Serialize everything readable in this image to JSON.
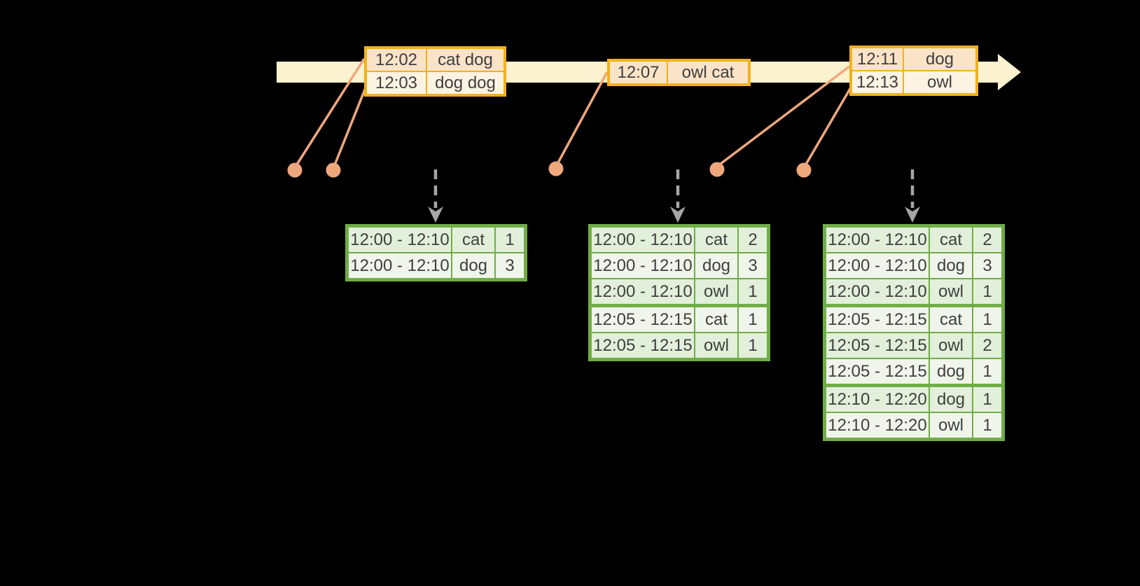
{
  "diagram": {
    "title": "streaming-windowed-word-counts",
    "colors": {
      "background": "#000000",
      "timeline_fill": "#FDF2CF",
      "event_table_border": "#F2B11C",
      "event_row_dark": "#FAE3C7",
      "event_row_light": "#FDF3E2",
      "connector_salmon": "#EFA77C",
      "result_table_border": "#70AD47",
      "result_row_dark": "#E2EFDA",
      "result_row_light": "#F0F5EC",
      "trigger_arrow_gray": "#A6A6A6",
      "text": "#3F3F3F"
    }
  },
  "event_tables": [
    {
      "rows": [
        {
          "time": "12:02",
          "words": "cat dog"
        },
        {
          "time": "12:03",
          "words": "dog dog"
        }
      ]
    },
    {
      "rows": [
        {
          "time": "12:07",
          "words": "owl cat"
        }
      ]
    },
    {
      "rows": [
        {
          "time": "12:11",
          "words": "dog"
        },
        {
          "time": "12:13",
          "words": "owl"
        }
      ]
    }
  ],
  "result_tables": [
    {
      "rows": [
        {
          "window": "12:00 - 12:10",
          "word": "cat",
          "count": "1"
        },
        {
          "window": "12:00 - 12:10",
          "word": "dog",
          "count": "3"
        }
      ]
    },
    {
      "rows": [
        {
          "window": "12:00 - 12:10",
          "word": "cat",
          "count": "2"
        },
        {
          "window": "12:00 - 12:10",
          "word": "dog",
          "count": "3"
        },
        {
          "window": "12:00 - 12:10",
          "word": "owl",
          "count": "1"
        },
        {
          "window": "12:05 - 12:15",
          "word": "cat",
          "count": "1"
        },
        {
          "window": "12:05 - 12:15",
          "word": "owl",
          "count": "1"
        }
      ]
    },
    {
      "rows": [
        {
          "window": "12:00 - 12:10",
          "word": "cat",
          "count": "2"
        },
        {
          "window": "12:00 - 12:10",
          "word": "dog",
          "count": "3"
        },
        {
          "window": "12:00 - 12:10",
          "word": "owl",
          "count": "1"
        },
        {
          "window": "12:05 - 12:15",
          "word": "cat",
          "count": "1"
        },
        {
          "window": "12:05 - 12:15",
          "word": "owl",
          "count": "2"
        },
        {
          "window": "12:05 - 12:15",
          "word": "dog",
          "count": "1"
        },
        {
          "window": "12:10 - 12:20",
          "word": "dog",
          "count": "1"
        },
        {
          "window": "12:10 - 12:20",
          "word": "owl",
          "count": "1"
        }
      ]
    }
  ]
}
